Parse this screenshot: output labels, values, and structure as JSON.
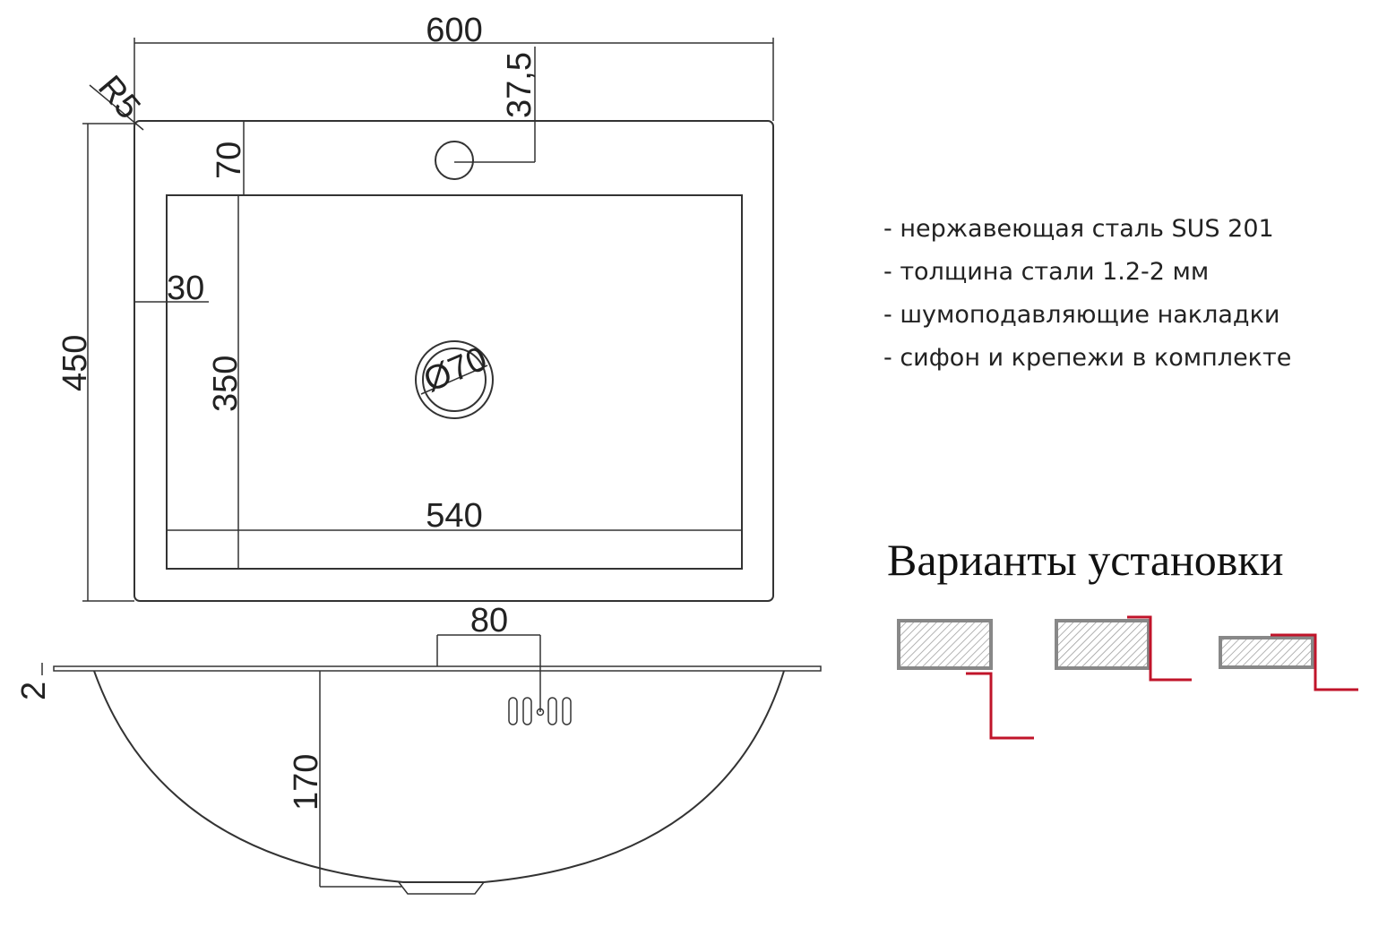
{
  "drawing": {
    "dimensions": {
      "total_width": "600",
      "radius": "R5",
      "tap_hole_offset": "37,5",
      "rim_front": "70",
      "rim_side": "30",
      "total_depth": "450",
      "bowl_depth": "350",
      "bowl_width": "540",
      "drain_diameter": "Ø70",
      "overflow_width": "80",
      "rim_thickness": "2",
      "bowl_height": "170"
    }
  },
  "specs": [
    "- нержавеющая сталь SUS 201",
    "- толщина стали 1.2-2 мм",
    "- шумоподавляющие накладки",
    "- сифон и крепежи в комплекте"
  ],
  "installation": {
    "title": "Варианты установки"
  },
  "colors": {
    "line": "#333333",
    "accent": "#c0142a",
    "hatch": "#999999"
  }
}
